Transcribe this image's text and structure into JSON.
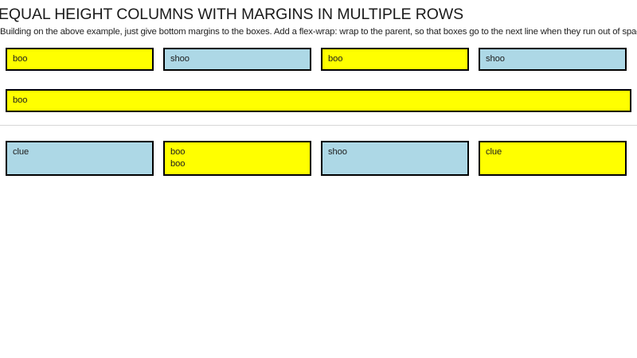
{
  "page": {
    "title": "EQUAL HEIGHT COLUMNS WITH MARGINS IN MULTIPLE ROWS",
    "subtitle": "Building on the above example, just give bottom margins to the boxes. Add a flex-wrap: wrap to the parent, so that boxes go to the next line when they run out of space in a 'row'."
  },
  "colors": {
    "yellow": "#ffff00",
    "blue": "#add8e6",
    "border": "#000000",
    "divider": "#d6d6d6",
    "text": "#1d1d1d",
    "background": "#ffffff"
  },
  "rows": [
    {
      "id": "row-one",
      "boxes": [
        {
          "color": "yellow",
          "lines": [
            "boo"
          ]
        },
        {
          "color": "blue",
          "lines": [
            "shoo"
          ]
        },
        {
          "color": "yellow",
          "lines": [
            "boo"
          ]
        },
        {
          "color": "blue",
          "lines": [
            "shoo"
          ]
        }
      ]
    },
    {
      "id": "row-two",
      "boxes": [
        {
          "color": "yellow",
          "lines": [
            "boo"
          ]
        }
      ]
    },
    {
      "id": "row-three",
      "boxes": [
        {
          "color": "blue",
          "lines": [
            "clue"
          ]
        },
        {
          "color": "yellow",
          "lines": [
            "boo",
            "boo"
          ]
        },
        {
          "color": "blue",
          "lines": [
            "shoo"
          ]
        },
        {
          "color": "yellow",
          "lines": [
            "clue"
          ]
        }
      ]
    }
  ]
}
